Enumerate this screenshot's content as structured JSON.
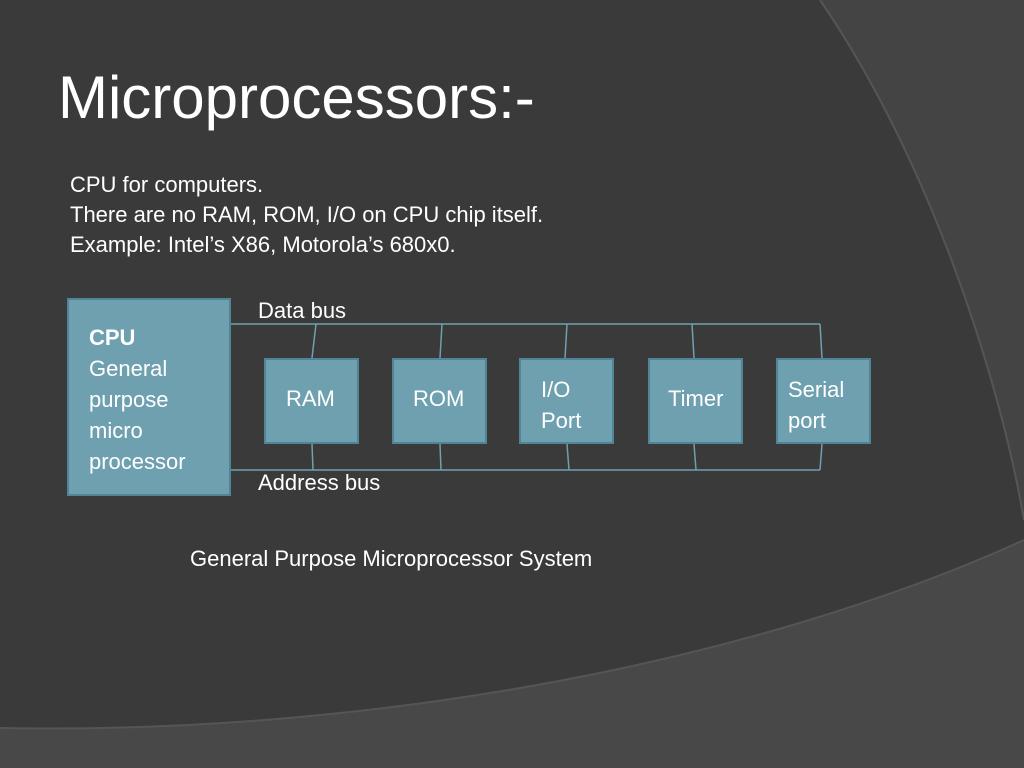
{
  "slide": {
    "title": "Microprocessors:-",
    "bullets": [
      "CPU for computers.",
      "There are no RAM, ROM, I/O on CPU chip itself.",
      "Example: Intel’s X86, Motorola’s 680x0."
    ]
  },
  "diagram": {
    "cpu": {
      "title": "CPU",
      "lines": [
        "General",
        "purpose",
        "micro",
        "processor"
      ]
    },
    "data_bus_label": "Data bus",
    "address_bus_label": "Address bus",
    "chips": [
      {
        "line1": "RAM",
        "line2": ""
      },
      {
        "line1": "ROM",
        "line2": ""
      },
      {
        "line1": "I/O",
        "line2": "Port"
      },
      {
        "line1": "Timer",
        "line2": ""
      },
      {
        "line1": "Serial",
        "line2": "port"
      }
    ],
    "caption": "General Purpose Microprocessor System"
  },
  "colors": {
    "background": "#3a3a3a",
    "box_fill": "#6fa0b0",
    "box_border": "#4f8596",
    "bus_line": "#6fa0b0"
  }
}
